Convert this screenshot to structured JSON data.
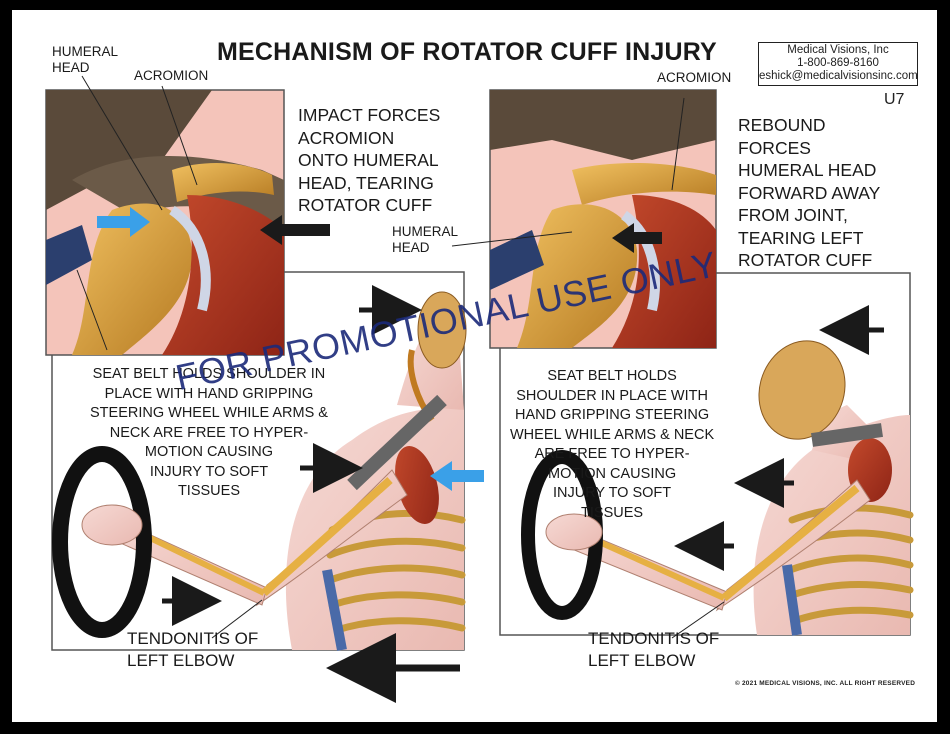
{
  "title": "MECHANISM OF ROTATOR CUFF INJURY",
  "company": {
    "name": "Medical Visions, Inc",
    "phone": "1-800-869-8160",
    "email": "eshick@medicalvisionsinc.com"
  },
  "code": "U7",
  "watermark": "FOR PROMOTIONAL USE ONLY",
  "copyright": "© 2021 MEDICAL VISIONS, INC. ALL RIGHT RESERVED",
  "left": {
    "humeral_head": "HUMERAL\nHEAD",
    "acromion": "ACROMION",
    "impact": "IMPACT FORCES\nACROMION\nONTO HUMERAL\nHEAD, TEARING\nROTATOR CUFF",
    "seatbelt": "SEAT BELT HOLDS SHOULDER IN\nPLACE WITH HAND GRIPPING\nSTEERING WHEEL WHILE ARMS &\nNECK ARE FREE TO HYPER-\nMOTION CAUSING\nINJURY TO SOFT\nTISSUES",
    "tendonitis": "TENDONITIS OF\nLEFT ELBOW"
  },
  "right": {
    "acromion": "ACROMION",
    "humeral_head": "HUMERAL\nHEAD",
    "rebound": "REBOUND\nFORCES\nHUMERAL HEAD\nFORWARD AWAY\nFROM JOINT,\nTEARING LEFT\nROTATOR CUFF",
    "seatbelt": "SEAT BELT HOLDS\nSHOULDER IN PLACE WITH\nHAND GRIPPING STEERING\nWHEEL WHILE ARMS & NECK\nARE FREE TO HYPER-\nMOTION CAUSING\nINJURY TO SOFT\nTISSUES",
    "tendonitis": "TENDONITIS OF\nLEFT ELBOW"
  }
}
